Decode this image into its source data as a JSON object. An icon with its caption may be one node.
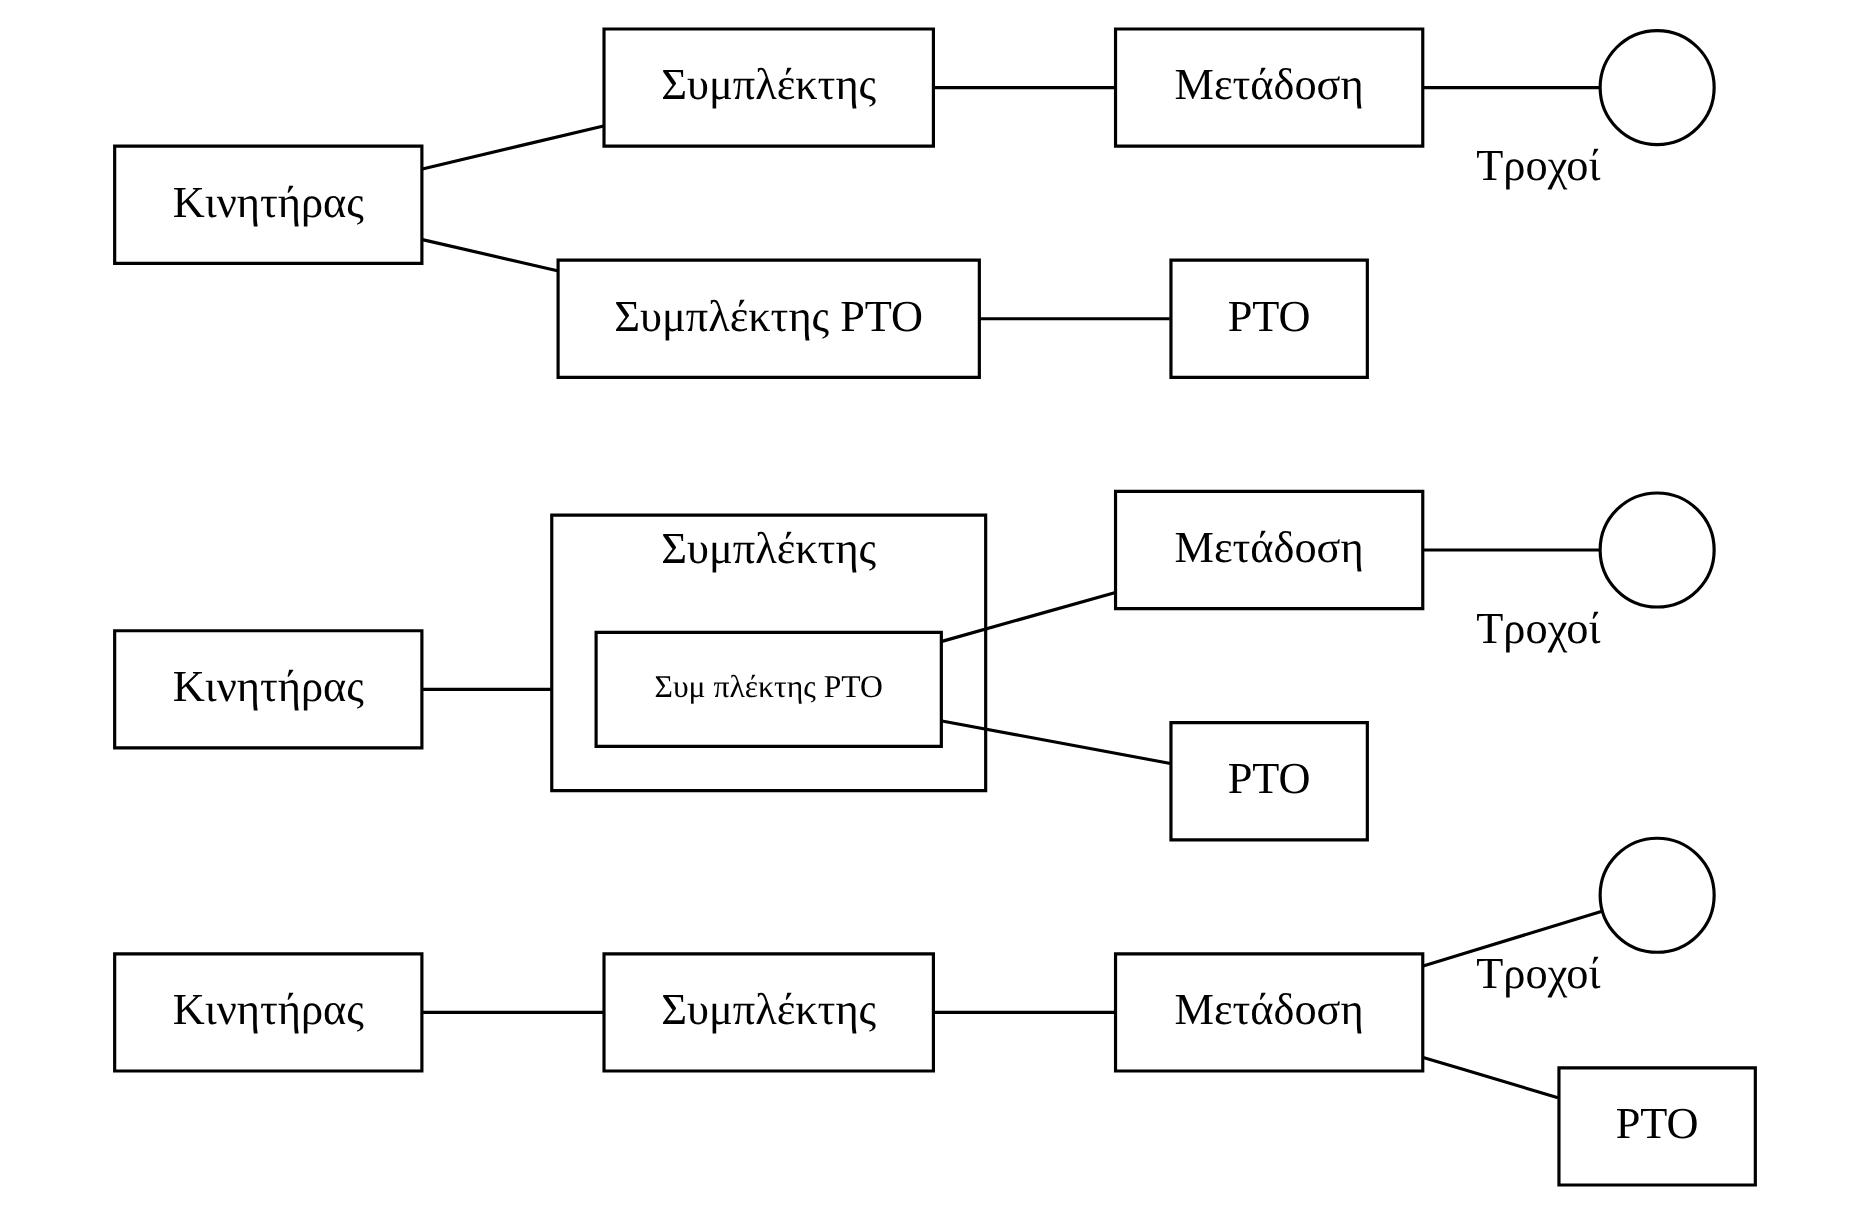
{
  "diagram": {
    "nodes": [
      {
        "text": [
          "Κινητήρας"
        ]
      },
      {
        "text": [
          "Συμπλέκτης"
        ]
      },
      {
        "text": [
          "Μετάδοση"
        ]
      },
      {
        "text": [],
        "shape": "circle",
        "beside": [
          "Τροχοί"
        ]
      },
      {
        "text": [
          "PTO"
        ]
      },
      {
        "text": [
          "Κινητήρας"
        ]
      },
      {
        "text": [
          "Συμπλέκτης"
        ]
      },
      {
        "text": [
          "Συμ πλέκτης PTO"
        ],
        "in": 6
      },
      {
        "text": [
          "Μετάδοση"
        ]
      },
      {
        "text": [],
        "shape": "circle",
        "beside": [
          "Τροχοί"
        ]
      },
      {
        "text": [
          "PTO"
        ]
      },
      {
        "text": [
          "Κινητήρας"
        ]
      },
      {
        "text": [
          "Συμπλέκτης"
        ]
      },
      {
        "text": [
          "Μετάδοση"
        ]
      },
      {
        "text": [],
        "shape": "circle",
        "beside": [
          "Τροχοί"
        ]
      },
      {
        "text": [
          "Συμπλέκτης PTO"
        ]
      },
      {
        "text": [
          "PTO"
        ]
      }
    ],
    "edges": [
      {
        "from": 0,
        "to": 1,
        "arrow": "none"
      },
      {
        "from": 1,
        "to": 2,
        "arrow": "none"
      },
      {
        "from": 2,
        "to": 3,
        "arrow": "none"
      },
      {
        "from": 2,
        "to": 4,
        "arrow": "none"
      },
      {
        "from": 5,
        "to": 6,
        "arrow": "none"
      },
      {
        "from": 7,
        "to": 8,
        "arrow": "none"
      },
      {
        "from": 8,
        "to": 9,
        "arrow": "none"
      },
      {
        "from": 7,
        "to": 10,
        "arrow": "none"
      },
      {
        "from": 11,
        "to": 12,
        "arrow": "none"
      },
      {
        "from": 12,
        "to": 13,
        "arrow": "none"
      },
      {
        "from": 13,
        "to": 14,
        "arrow": "none"
      },
      {
        "from": 11,
        "to": 15,
        "arrow": "none"
      },
      {
        "from": 15,
        "to": 16,
        "arrow": "none"
      }
    ]
  }
}
